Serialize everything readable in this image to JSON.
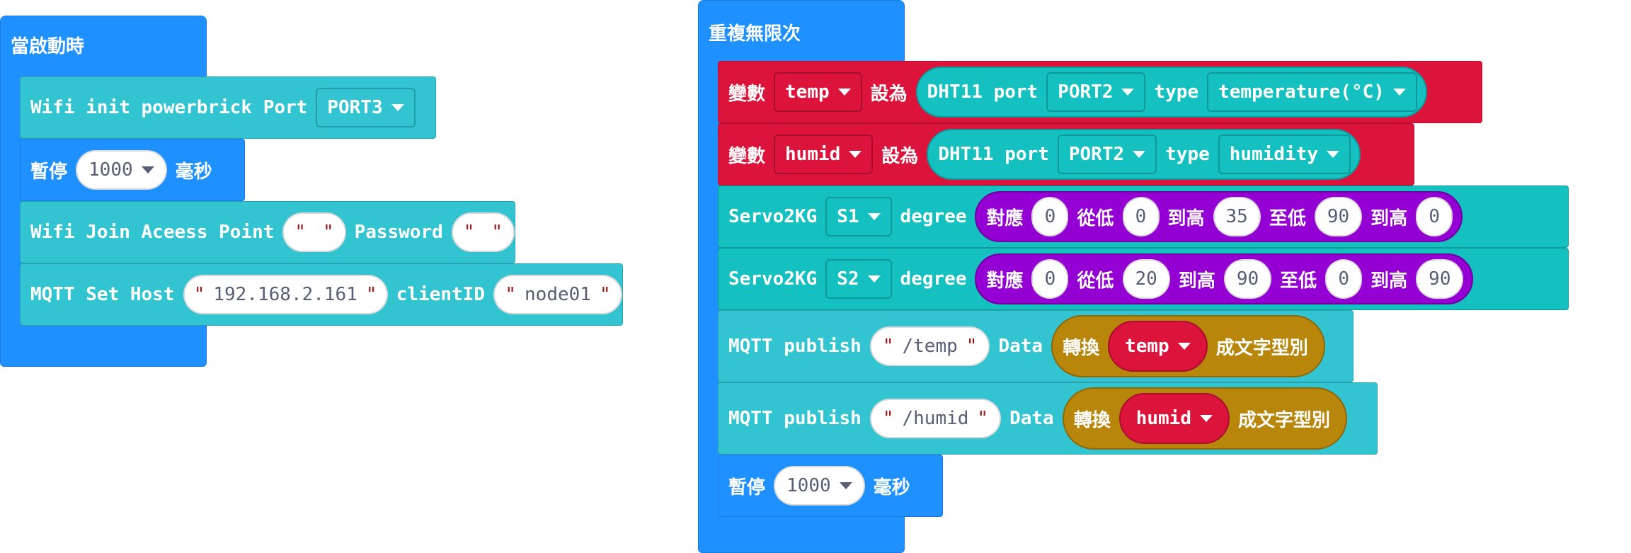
{
  "on_start": {
    "label": "當啟動時",
    "wifi_init": {
      "text": "Wifi init powerbrick Port",
      "port": "PORT3"
    },
    "pause": {
      "label": "暫停",
      "value": "1000",
      "unit": "毫秒"
    },
    "wifi_join": {
      "text": "Wifi Join Aceess Point",
      "ssid": "",
      "password_label": "Password",
      "password": ""
    },
    "mqtt_host": {
      "text": "MQTT Set Host",
      "host": "192.168.2.161",
      "client_label": "clientID",
      "client_id": "node01"
    }
  },
  "forever": {
    "label": "重複無限次",
    "set_temp": {
      "var_label": "變數",
      "var": "temp",
      "set_to": "設為",
      "dht_text": "DHT11 port",
      "port": "PORT2",
      "type_label": "type",
      "type": "temperature(°C)"
    },
    "set_humid": {
      "var_label": "變數",
      "var": "humid",
      "set_to": "設為",
      "dht_text": "DHT11 port",
      "port": "PORT2",
      "type_label": "type",
      "type": "humidity"
    },
    "servo1": {
      "text": "Servo2KG",
      "servo": "S1",
      "degree_label": "degree",
      "map": {
        "map_label": "對應",
        "value": "0",
        "from_low_label": "從低",
        "from_low": "0",
        "from_high_label": "到高",
        "from_high": "35",
        "to_low_label": "至低",
        "to_low": "90",
        "to_high_label": "到高",
        "to_high": "0"
      }
    },
    "servo2": {
      "text": "Servo2KG",
      "servo": "S2",
      "degree_label": "degree",
      "map": {
        "map_label": "對應",
        "value": "0",
        "from_low_label": "從低",
        "from_low": "20",
        "from_high_label": "到高",
        "from_high": "90",
        "to_low_label": "至低",
        "to_low": "0",
        "to_high_label": "到高",
        "to_high": "90"
      }
    },
    "publish_temp": {
      "text": "MQTT publish",
      "topic": "/temp",
      "data_label": "Data",
      "convert_label": "轉換",
      "var": "temp",
      "suffix": "成文字型別"
    },
    "publish_humid": {
      "text": "MQTT publish",
      "topic": "/humid",
      "data_label": "Data",
      "convert_label": "轉換",
      "var": "humid",
      "suffix": "成文字型別"
    },
    "pause": {
      "label": "暫停",
      "value": "1000",
      "unit": "毫秒"
    }
  },
  "colors": {
    "loops": "#1e90ff",
    "wifi": "#33c4d2",
    "variables": "#dc143c",
    "math": "#9400d3",
    "text": "#b8860b",
    "dht": "#14c0c0"
  }
}
